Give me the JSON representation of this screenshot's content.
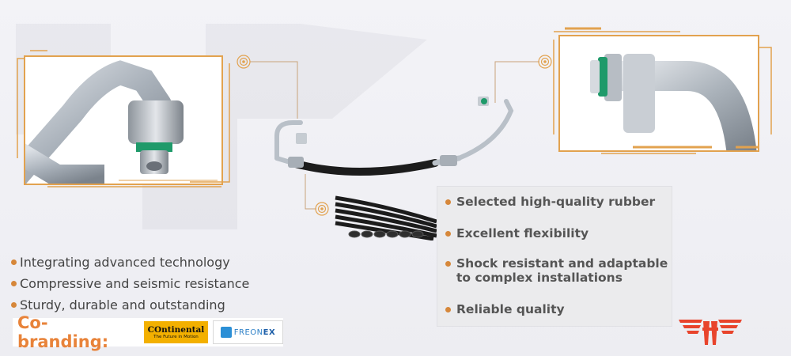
{
  "colors": {
    "accent_orange": "#e2a24f",
    "bullet_orange": "#d6873a",
    "cobrand_orange": "#e8833a",
    "brand_red": "#e8442c",
    "hose_black": "#1c1c1c",
    "metal": "#b9c0c8",
    "seal_green": "#1f9a6a"
  },
  "left_features": [
    "Integrating advanced technology",
    "Compressive and seismic resistance",
    "Sturdy, durable and outstanding"
  ],
  "right_features": [
    "Selected high-quality rubber",
    "Excellent flexibility",
    "Shock resistant and adaptable",
    "to complex installations",
    "Reliable quality"
  ],
  "cobranding": {
    "label": "Co-branding:",
    "continental_name": "Ontinental",
    "continental_tagline": "The Future in Motion",
    "freonex_prefix": "FREON",
    "freonex_suffix": "EX"
  },
  "icons": {
    "callout": "target-icon",
    "brand": "wings-logo-icon"
  }
}
